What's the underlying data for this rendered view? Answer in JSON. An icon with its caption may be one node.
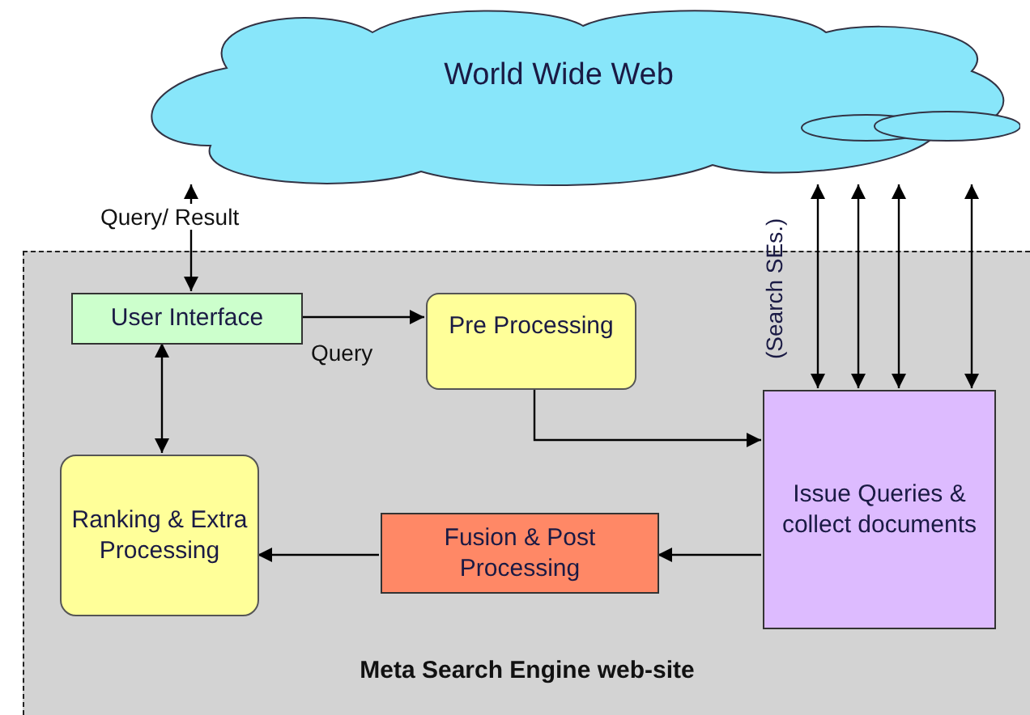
{
  "diagram": {
    "nodes": [
      {
        "text": [
          "World Wide Web"
        ]
      },
      {
        "text": [
          "Meta Search Engine web-site"
        ]
      },
      {
        "text": [
          "User Interface"
        ],
        "in": 1
      },
      {
        "text": [
          "Pre Processing"
        ],
        "in": 1
      },
      {
        "text": [
          "Issue Queries & collect documents"
        ],
        "in": 1
      },
      {
        "text": [
          "Ranking & Extra Processing"
        ],
        "in": 1
      },
      {
        "text": [
          "Fusion & Post Processing"
        ],
        "in": 1
      }
    ],
    "edges": [
      {
        "from": 0,
        "to": 2,
        "arrow": "both",
        "label": "Query/ Result"
      },
      {
        "from": 2,
        "to": 3,
        "arrow": "to",
        "label": "Query"
      },
      {
        "from": 3,
        "to": 4,
        "arrow": "to"
      },
      {
        "from": 4,
        "to": 6,
        "arrow": "to"
      },
      {
        "from": 6,
        "to": 5,
        "arrow": "to"
      },
      {
        "from": 5,
        "to": 2,
        "arrow": "both"
      },
      {
        "from": 0,
        "to": 4,
        "arrow": "both"
      },
      {
        "from": 0,
        "to": 4,
        "arrow": "both"
      },
      {
        "from": 0,
        "to": 4,
        "arrow": "both"
      },
      {
        "from": 0,
        "to": 4,
        "arrow": "both"
      }
    ],
    "labels": [
      "(Search SEs.)"
    ]
  }
}
